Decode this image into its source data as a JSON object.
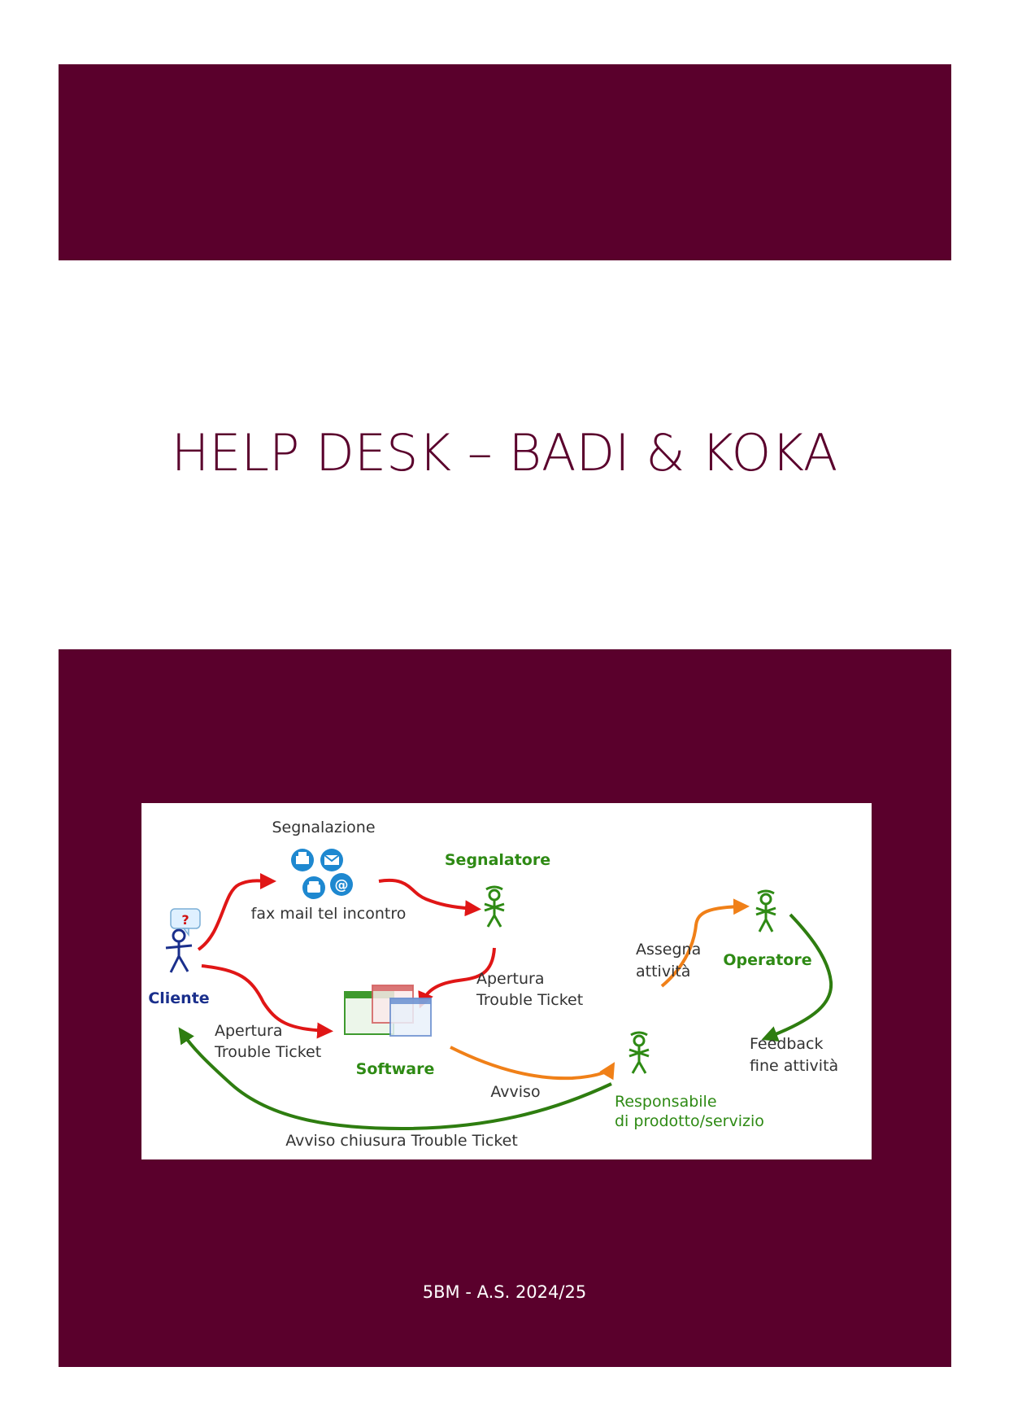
{
  "title": "HELP DESK – BADI & KOKA",
  "footer": "5BM - A.S. 2024/25",
  "colors": {
    "brand": "#5a002c",
    "red_arrow": "#e01616",
    "orange_arrow": "#f08018",
    "green_arrow": "#2e7d10",
    "actor_green": "#2e8a14",
    "client_blue": "#1a2f8c"
  },
  "diagram": {
    "labels": {
      "segnalazione": "Segnalazione",
      "channels": "fax mail tel incontro",
      "segnalatore": "Segnalatore",
      "cliente": "Cliente",
      "question_mark": "?",
      "apertura_tt_right_1": "Apertura",
      "apertura_tt_right_2": "Trouble Ticket",
      "apertura_tt_left_1": "Apertura",
      "apertura_tt_left_2": "Trouble Ticket",
      "software": "Software",
      "assegna_1": "Assegna",
      "assegna_2": "attività",
      "operatore": "Operatore",
      "feedback_1": "Feedback",
      "feedback_2": "fine attività",
      "avviso": "Avviso",
      "responsabile_1": "Responsabile",
      "responsabile_2": "di prodotto/servizio",
      "avviso_chiusura": "Avviso chiusura Trouble Ticket"
    },
    "icons": [
      "fax-icon",
      "mail-icon",
      "phone-icon",
      "at-sign-icon"
    ]
  }
}
